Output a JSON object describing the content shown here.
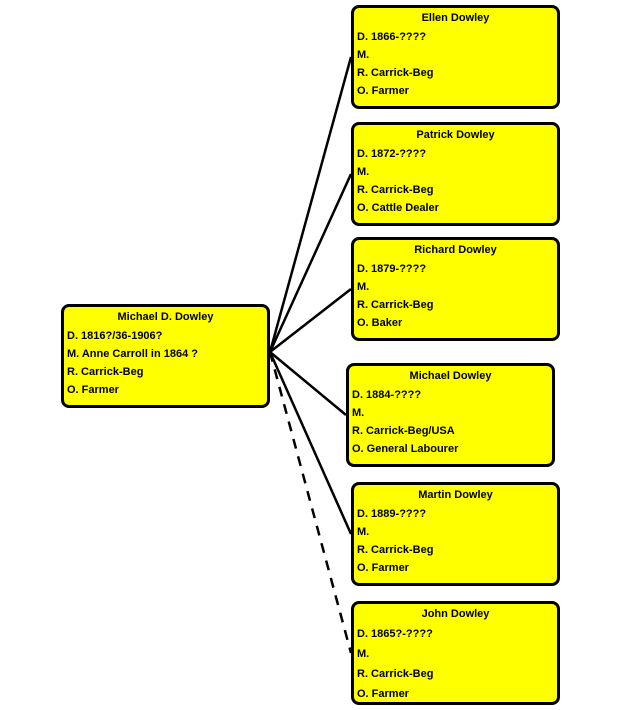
{
  "root": {
    "name": "Michael D. Dowley",
    "d": "D. 1816?/36-1906?",
    "m": "M. Anne Carroll in 1864 ?",
    "r": "R. Carrick-Beg",
    "o": "O. Farmer"
  },
  "children": [
    {
      "name": "Ellen Dowley",
      "d": "D. 1866-????",
      "m": "M.",
      "r": "R. Carrick-Beg",
      "o": "O. Farmer",
      "link": "solid"
    },
    {
      "name": "Patrick Dowley",
      "d": "D. 1872-????",
      "m": "M.",
      "r": "R. Carrick-Beg",
      "o": "O. Cattle Dealer",
      "link": "solid"
    },
    {
      "name": "Richard Dowley",
      "d": "D. 1879-????",
      "m": "M.",
      "r": "R. Carrick-Beg",
      "o": "O. Baker",
      "link": "solid"
    },
    {
      "name": "Michael Dowley",
      "d": "D.  1884-????",
      "m": "M.",
      "r": "R. Carrick-Beg/USA",
      "o": "O. General Labourer",
      "link": "solid"
    },
    {
      "name": "Martin Dowley",
      "d": "D. 1889-????",
      "m": "M.",
      "r": "R. Carrick-Beg",
      "o": "O. Farmer",
      "link": "solid"
    },
    {
      "name": "John Dowley",
      "d": "D. 1865?-????",
      "m": "M.",
      "r": "R. Carrick-Beg",
      "o": "O. Farmer",
      "link": "dashed"
    }
  ],
  "colors": {
    "box_fill": "#ffff00",
    "border": "#000000",
    "connector": "#000000"
  }
}
